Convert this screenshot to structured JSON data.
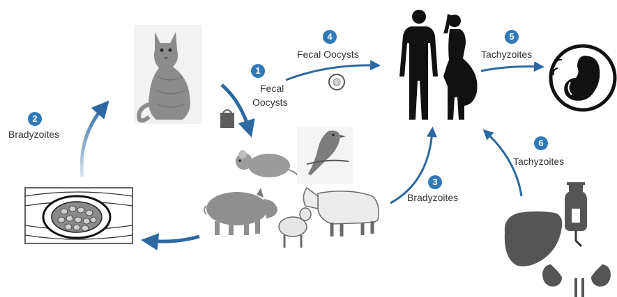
{
  "steps": [
    {
      "num": "1",
      "label_line1": "Fecal",
      "label_line2": "Oocysts"
    },
    {
      "num": "2",
      "label": "Bradyzoites"
    },
    {
      "num": "3",
      "label": "Bradyzoites"
    },
    {
      "num": "4",
      "label": "Fecal Oocysts"
    },
    {
      "num": "5",
      "label": "Tachyzoites"
    },
    {
      "num": "6",
      "label": "Tachyzoites"
    }
  ],
  "colors": {
    "accent": "#2f79b7",
    "arrow": "#2d68a0",
    "silhouette": "#111111",
    "organ": "#555555"
  }
}
